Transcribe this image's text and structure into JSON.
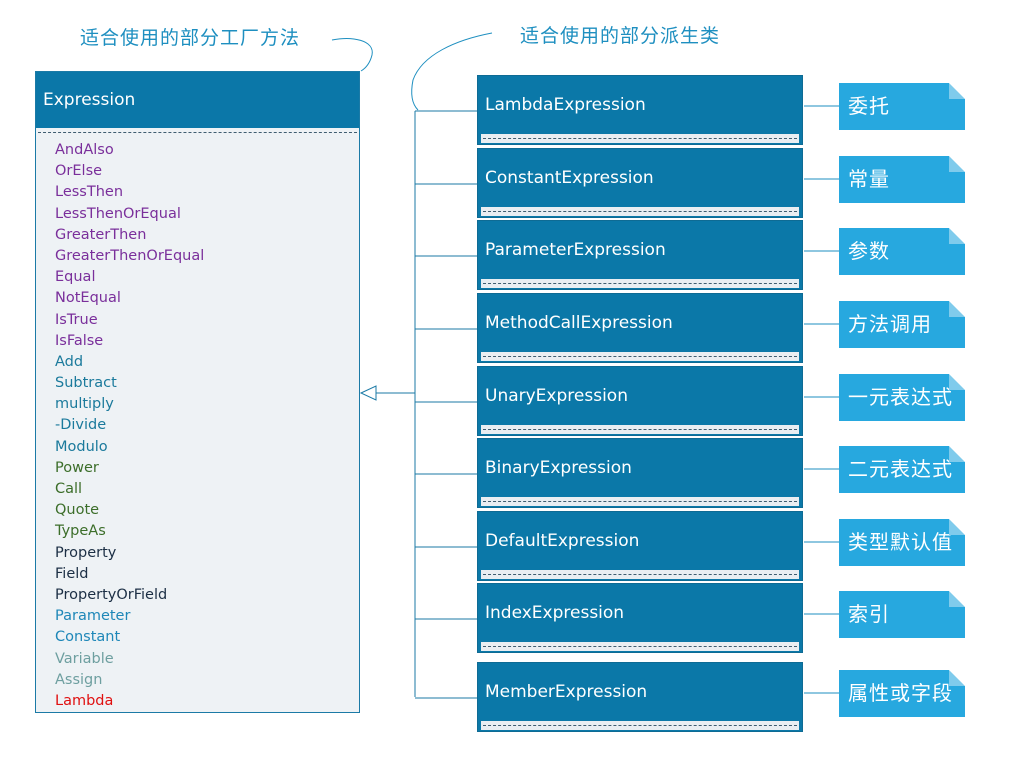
{
  "headers": {
    "factory_methods": "适合使用的部分工厂方法",
    "derived_classes": "适合使用的部分派生类"
  },
  "expression_box": {
    "title": "Expression",
    "members": [
      {
        "label": "AndAlso",
        "color": "#7a2f9b"
      },
      {
        "label": "OrElse",
        "color": "#7a2f9b"
      },
      {
        "label": "LessThen",
        "color": "#7a2f9b"
      },
      {
        "label": "LessThenOrEqual",
        "color": "#7a2f9b"
      },
      {
        "label": "GreaterThen",
        "color": "#7a2f9b"
      },
      {
        "label": "GreaterThenOrEqual",
        "color": "#7a2f9b"
      },
      {
        "label": "Equal",
        "color": "#7a2f9b"
      },
      {
        "label": "NotEqual",
        "color": "#7a2f9b"
      },
      {
        "label": "IsTrue",
        "color": "#7a2f9b"
      },
      {
        "label": "IsFalse",
        "color": "#7a2f9b"
      },
      {
        "label": "Add",
        "color": "#1b7a9c"
      },
      {
        "label": "Subtract",
        "color": "#1b7a9c"
      },
      {
        "label": "multiply",
        "color": "#1b7a9c"
      },
      {
        "label": "-Divide",
        "color": "#1b7a9c"
      },
      {
        "label": "Modulo",
        "color": "#1b7a9c"
      },
      {
        "label": "Power",
        "color": "#3c6e2a"
      },
      {
        "label": "Call",
        "color": "#3c6e2a"
      },
      {
        "label": "Quote",
        "color": "#3c6e2a"
      },
      {
        "label": "TypeAs",
        "color": "#3c6e2a"
      },
      {
        "label": "Property",
        "color": "#1c2f45"
      },
      {
        "label": "Field",
        "color": "#1c2f45"
      },
      {
        "label": "PropertyOrField",
        "color": "#1c2f45"
      },
      {
        "label": "Parameter",
        "color": "#1e87b8"
      },
      {
        "label": "Constant",
        "color": "#1e87b8"
      },
      {
        "label": "Variable",
        "color": "#6e9fa0"
      },
      {
        "label": "Assign",
        "color": "#6e9fa0"
      },
      {
        "label": "Lambda",
        "color": "#e01010"
      }
    ]
  },
  "derived_classes": [
    {
      "name": "LambdaExpression",
      "note": "委托"
    },
    {
      "name": "ConstantExpression",
      "note": "常量"
    },
    {
      "name": "ParameterExpression",
      "note": "参数"
    },
    {
      "name": "MethodCallExpression",
      "note": "方法调用"
    },
    {
      "name": "UnaryExpression",
      "note": "一元表达式"
    },
    {
      "name": "BinaryExpression",
      "note": "二元表达式"
    },
    {
      "name": "DefaultExpression",
      "note": "类型默认值"
    },
    {
      "name": "IndexExpression",
      "note": "索引"
    },
    {
      "name": "MemberExpression",
      "note": "属性或字段"
    }
  ],
  "colors": {
    "class_header": "#0b78a8",
    "note_fill": "#27a8df",
    "connector": "#1e8fc0"
  }
}
